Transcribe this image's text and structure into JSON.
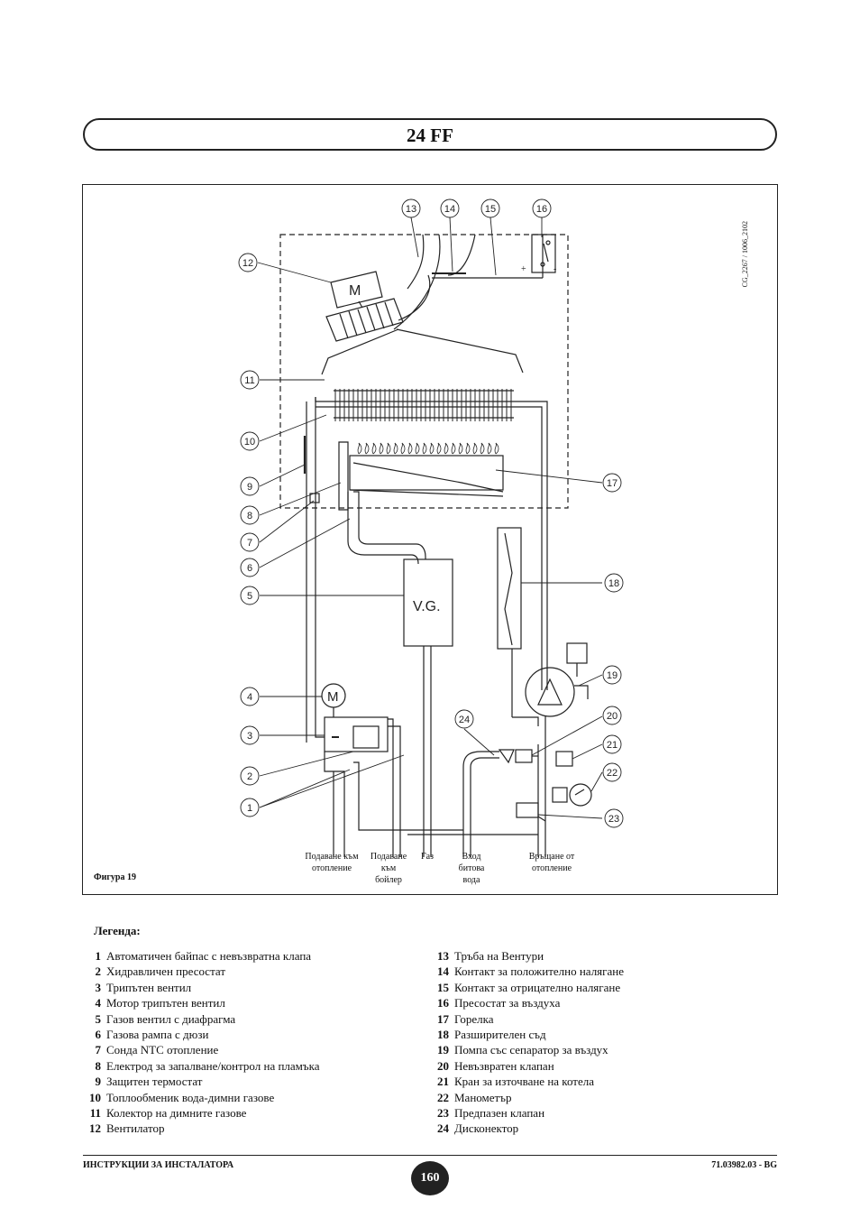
{
  "header": {
    "title": "24 FF"
  },
  "figure": {
    "code": "CG_2267 / 1006_2102",
    "caption": "Фигура 19",
    "vg_label": "V.G.",
    "motor_label": "M",
    "callouts": [
      "1",
      "2",
      "3",
      "4",
      "5",
      "6",
      "7",
      "8",
      "9",
      "10",
      "11",
      "12",
      "13",
      "14",
      "15",
      "16",
      "17",
      "18",
      "19",
      "20",
      "21",
      "22",
      "23",
      "24"
    ],
    "plus_sign": "+",
    "minus_sign": "-",
    "connections": [
      {
        "line1": "Подаване към",
        "line2": "отопление",
        "line3": ""
      },
      {
        "line1": "Подаване",
        "line2": "към",
        "line3": "бойлер"
      },
      {
        "line1": "Газ",
        "line2": "",
        "line3": ""
      },
      {
        "line1": "Вход",
        "line2": "битова",
        "line3": "вода"
      },
      {
        "line1": "Връщане от",
        "line2": "отопление",
        "line3": ""
      }
    ]
  },
  "legend": {
    "title": "Легенда:",
    "left": [
      {
        "num": "1",
        "text": "Автоматичен байпас с невъзвратна клапа"
      },
      {
        "num": "2",
        "text": "Хидравличен пресостат"
      },
      {
        "num": "3",
        "text": "Трипътен вентил"
      },
      {
        "num": "4",
        "text": "Мотор трипътен вентил"
      },
      {
        "num": "5",
        "text": "Газов вентил с диафрагма"
      },
      {
        "num": "6",
        "text": "Газова рампа с дюзи"
      },
      {
        "num": "7",
        "text": "Сонда NTC отопление"
      },
      {
        "num": "8",
        "text": "Електрод за запалване/контрол на пламъка"
      },
      {
        "num": "9",
        "text": "Защитен термостат"
      },
      {
        "num": "10",
        "text": "Топлообменик вода-димни газове"
      },
      {
        "num": "11",
        "text": "Колектор на димните газове"
      },
      {
        "num": "12",
        "text": "Вентилатор"
      }
    ],
    "right": [
      {
        "num": "13",
        "text": "Тръба на Вентури"
      },
      {
        "num": "14",
        "text": "Контакт за положително налягане"
      },
      {
        "num": "15",
        "text": "Контакт за отрицателно налягане"
      },
      {
        "num": "16",
        "text": "Пресостат за въздуха"
      },
      {
        "num": "17",
        "text": "Горелка"
      },
      {
        "num": "18",
        "text": "Разширителен съд"
      },
      {
        "num": "19",
        "text": "Помпа със сепаратор за въздух"
      },
      {
        "num": "20",
        "text": "Невъзвратен клапан"
      },
      {
        "num": "21",
        "text": "Кран за източване на котела"
      },
      {
        "num": "22",
        "text": "Манометър"
      },
      {
        "num": "23",
        "text": "Предпазен клапан"
      },
      {
        "num": "24",
        "text": "Дисконектор"
      }
    ]
  },
  "footer": {
    "left": "ИНСТРУКЦИИ ЗА ИНСТАЛАТОРА",
    "page": "160",
    "right": "71.03982.03 - BG"
  }
}
